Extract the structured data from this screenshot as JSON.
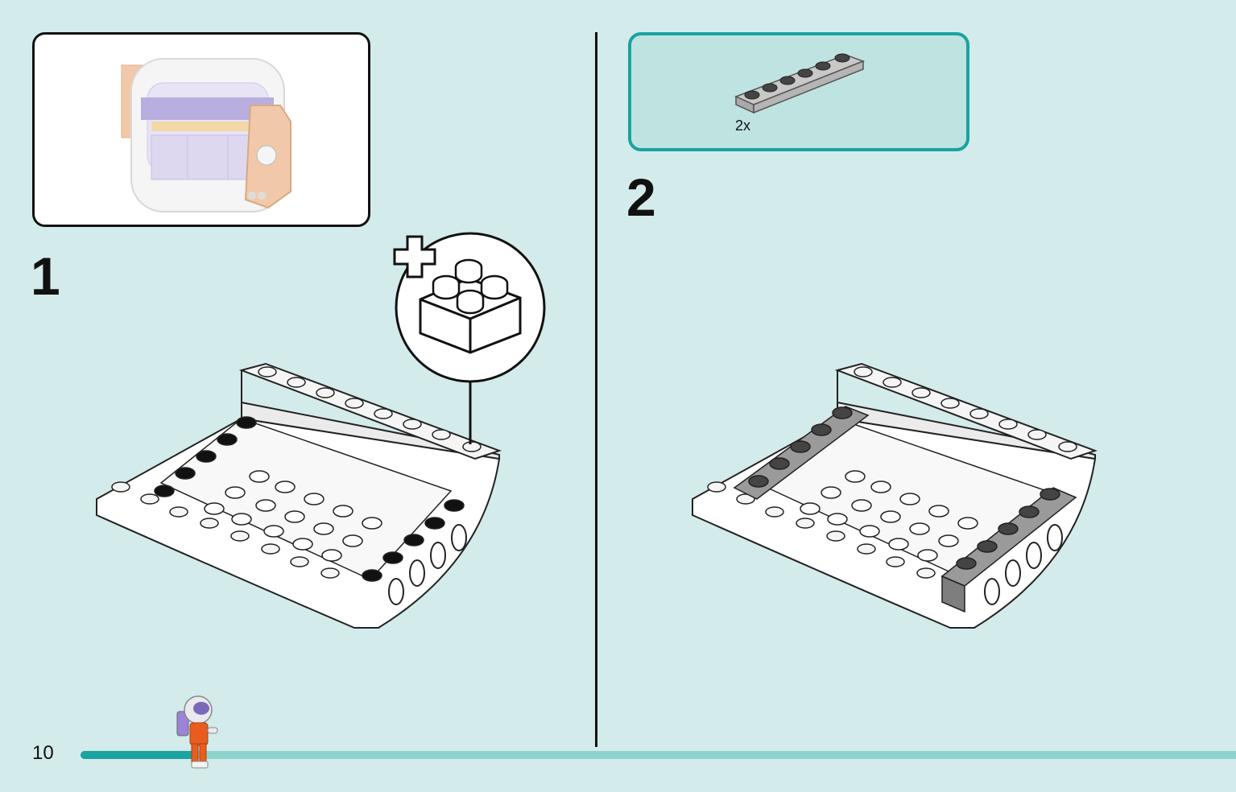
{
  "page": {
    "number": "10"
  },
  "progress": {
    "fraction": 0.1
  },
  "steps": [
    {
      "number": "1",
      "callout_icon": "add-brick-icon"
    },
    {
      "number": "2",
      "parts": [
        {
          "name": "gray-plate-1x6",
          "quantity": "2x"
        }
      ]
    }
  ],
  "colors": {
    "background": "#d3ebea",
    "accent": "#1aa3a0",
    "accent_light": "#8fd3cf",
    "parts_box": "#bfe3e1"
  }
}
